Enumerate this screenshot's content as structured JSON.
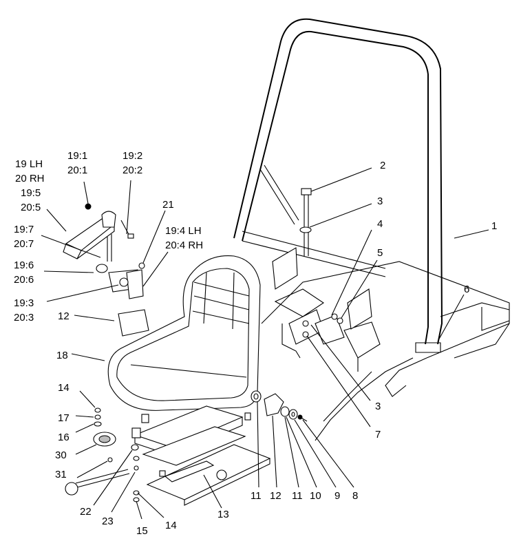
{
  "callouts": {
    "c1": "1",
    "c2": "2",
    "c3a": "3",
    "c3b": "3",
    "c4": "4",
    "c5": "5",
    "c6": "6",
    "c7": "7",
    "c8": "8",
    "c9": "9",
    "c10": "10",
    "c11a": "11",
    "c11b": "11",
    "c12a": "12",
    "c12b": "12",
    "c13": "13",
    "c14a": "14",
    "c14b": "14",
    "c15": "15",
    "c16": "16",
    "c17": "17",
    "c18": "18",
    "c21": "21",
    "c22": "22",
    "c23": "23",
    "c30": "30",
    "c31": "31",
    "c19_1": "19:1",
    "c20_1": "20:1",
    "c19_2": "19:2",
    "c20_2": "20:2",
    "c19lh": "19 LH",
    "c20rh": "20 RH",
    "c19_5": "19:5",
    "c20_5": "20:5",
    "c19_7": "19:7",
    "c20_7": "20:7",
    "c19_6": "19:6",
    "c20_6": "20:6",
    "c19_3": "19:3",
    "c20_3": "20:3",
    "c19_4": "19:4 LH",
    "c20_4": "20:4 RH"
  }
}
